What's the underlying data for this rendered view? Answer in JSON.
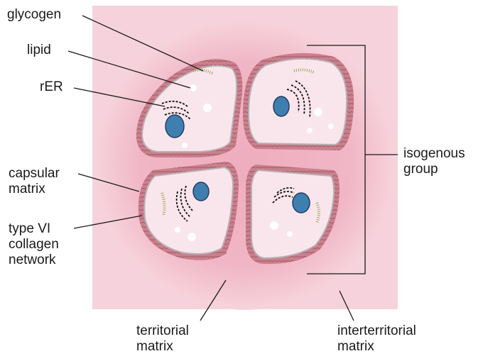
{
  "labels": {
    "glycogen": "glycogen",
    "lipid": "lipid",
    "rer": "rER",
    "capsular_matrix": "capsular\nmatrix",
    "type_vi_collagen_network": "type VI\ncollagen\nnetwork",
    "isogenous_group": "isogenous\ngroup",
    "territorial_matrix": "territorial\nmatrix",
    "interterritorial_matrix": "interterritorial\nmatrix"
  },
  "colors": {
    "interterritorial": "#f6d3dc",
    "territorial": "#f0b3c2",
    "capsule": "#c97a88",
    "cell": "#f9e6ec",
    "nucleus": "#3f7fb0",
    "glycogen": "#9ca55a"
  }
}
